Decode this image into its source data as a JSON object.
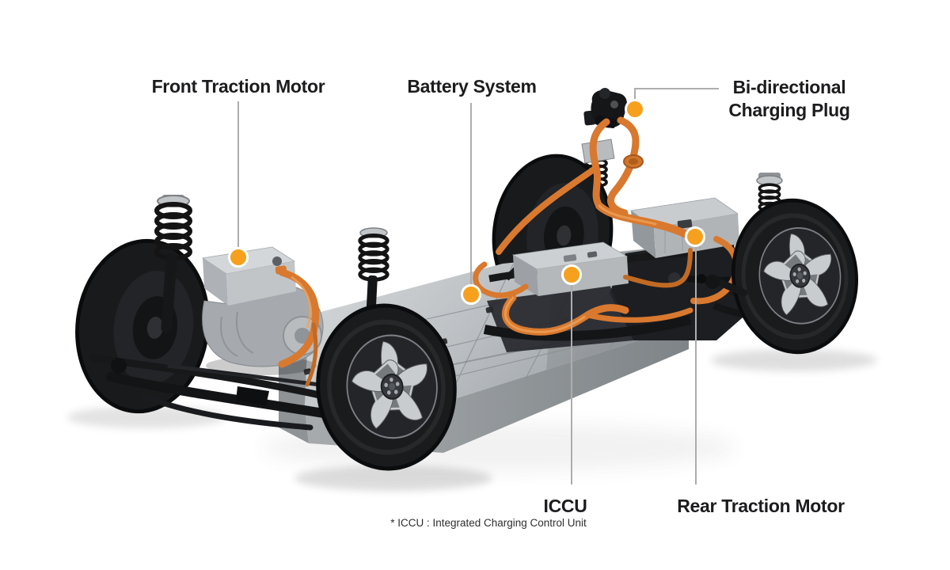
{
  "diagram_title": "EV platform component callouts",
  "callouts": {
    "front_motor": {
      "label": "Front Traction Motor"
    },
    "battery": {
      "label": "Battery System"
    },
    "charging_plug": {
      "line1": "Bi-directional",
      "line2": "Charging Plug"
    },
    "iccu": {
      "label": "ICCU"
    },
    "rear_motor": {
      "label": "Rear Traction Motor"
    }
  },
  "footnote": "* ICCU : Integrated Charging Control Unit",
  "colors": {
    "marker_orange": "#F6A01E",
    "cable_orange": "#D8792F",
    "label_text": "#1C1C1E",
    "leader_line": "#ADADAD",
    "background": "#FFFFFF"
  }
}
